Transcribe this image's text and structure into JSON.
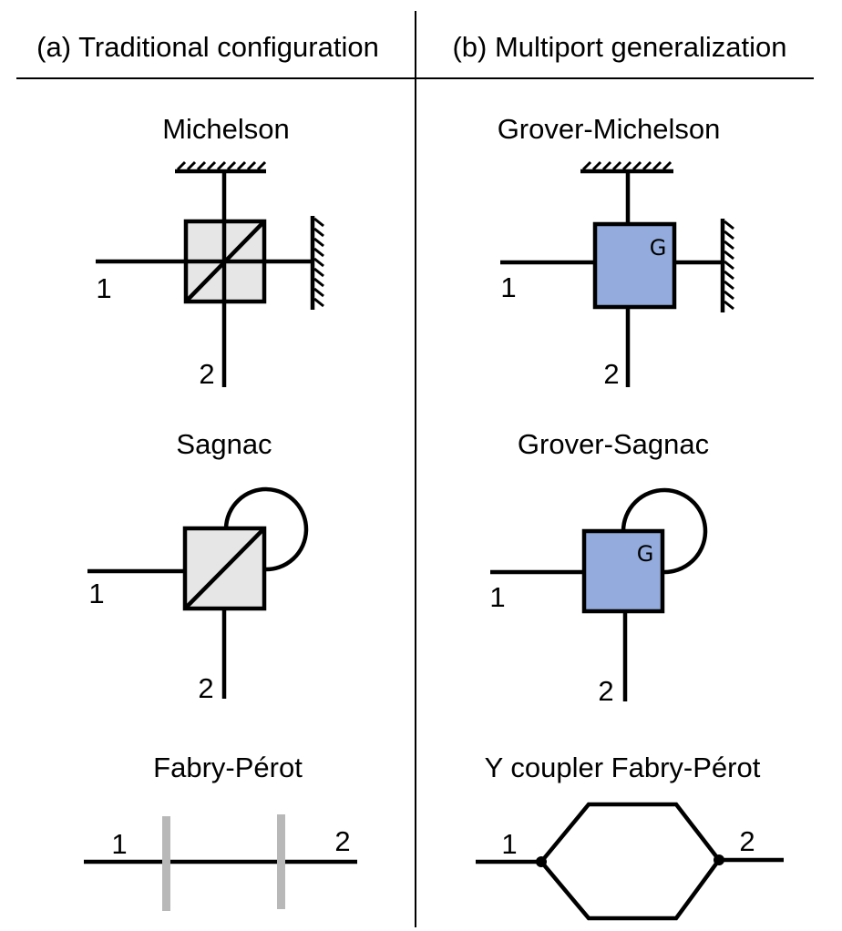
{
  "headers": {
    "left": "(a) Traditional configuration",
    "right": "(b) Multiport generalization"
  },
  "traditional": {
    "michelson": {
      "title": "Michelson",
      "port1": "1",
      "port2": "2"
    },
    "sagnac": {
      "title": "Sagnac",
      "port1": "1",
      "port2": "2"
    },
    "fabry_perot": {
      "title": "Fabry-Pérot",
      "port1": "1",
      "port2": "2"
    }
  },
  "multiport": {
    "grover_michelson": {
      "title": "Grover-Michelson",
      "port1": "1",
      "port2": "2",
      "device_label": "G"
    },
    "grover_sagnac": {
      "title": "Grover-Sagnac",
      "port1": "1",
      "port2": "2",
      "device_label": "G"
    },
    "y_coupler": {
      "title": "Y coupler Fabry-Pérot",
      "port1": "1",
      "port2": "2"
    }
  },
  "colors": {
    "beamsplitter_fill": "#e6e6e6",
    "grover_fill": "#93acdd",
    "fabry_mirror": "#b8b8b8",
    "line": "#000000"
  }
}
